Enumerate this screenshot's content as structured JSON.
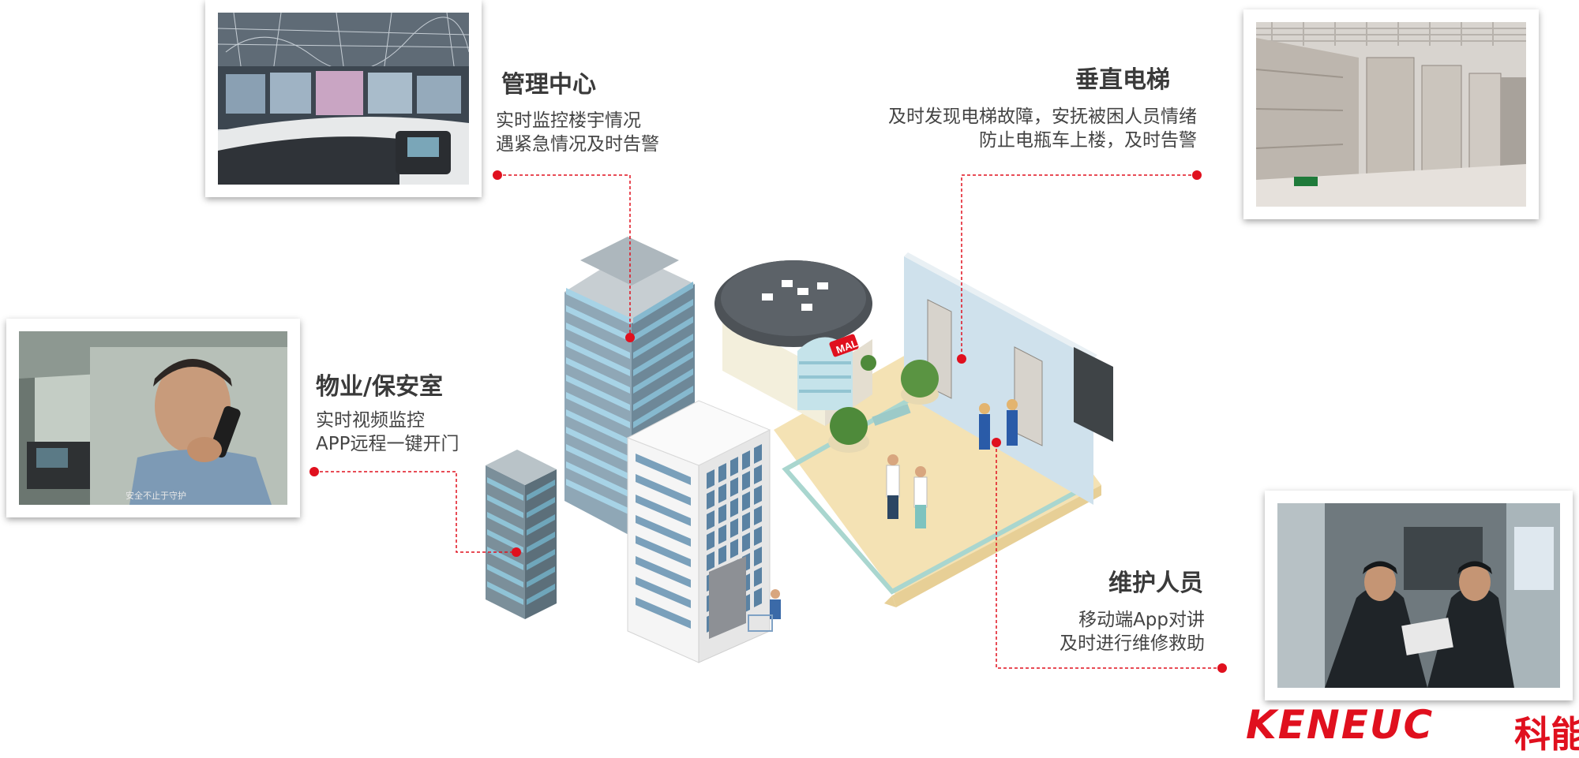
{
  "callouts": {
    "management": {
      "title": "管理中心",
      "lines": [
        "实时监控楼宇情况",
        "遇紧急情况及时告警"
      ]
    },
    "elevator": {
      "title": "垂直电梯",
      "lines": [
        "及时发现电梯故障，安抚被困人员情绪",
        "防止电瓶车上楼，及时告警"
      ]
    },
    "security": {
      "title": "物业/保安室",
      "lines": [
        "实时视频监控",
        "APP远程一键开门"
      ]
    },
    "maintenance": {
      "title": "维护人员",
      "lines": [
        "移动端App对讲",
        "及时进行维修救助"
      ]
    }
  },
  "scene": {
    "mall_sign": "MALL",
    "photo_caption": "安全不止于守护"
  },
  "brand": {
    "logo_latin": "KENEUC",
    "logo_cn": "科能"
  },
  "colors": {
    "accent": "#e0101e",
    "leader_line": "#e0101e",
    "text_dark": "#3a3a3a"
  }
}
